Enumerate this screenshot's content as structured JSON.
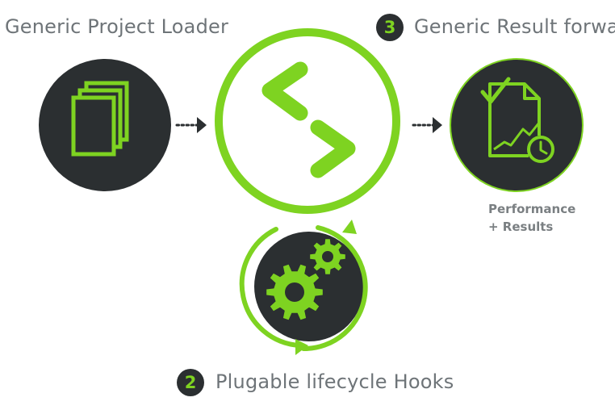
{
  "colors": {
    "accent_green": "#7ed321",
    "dark_fill": "#2b2f31",
    "text_gray": "#6e7478",
    "background": "#ffffff"
  },
  "labels": {
    "loader_title": "Generic Project Loader",
    "result_title": "Generic Result forwar",
    "hooks_title": "Plugable lifecycle Hooks",
    "step3_number": "3",
    "step2_number": "2",
    "result_caption_line1": "Performance",
    "result_caption_line2": "+ Results"
  },
  "icons": {
    "loader": "documents-stack-icon",
    "core": "angle-brackets-icon",
    "result": "chart-document-clock-icon",
    "hooks": "gears-icon",
    "cycle": "circular-arrows-icon",
    "flow": "dotted-arrow-icon"
  }
}
